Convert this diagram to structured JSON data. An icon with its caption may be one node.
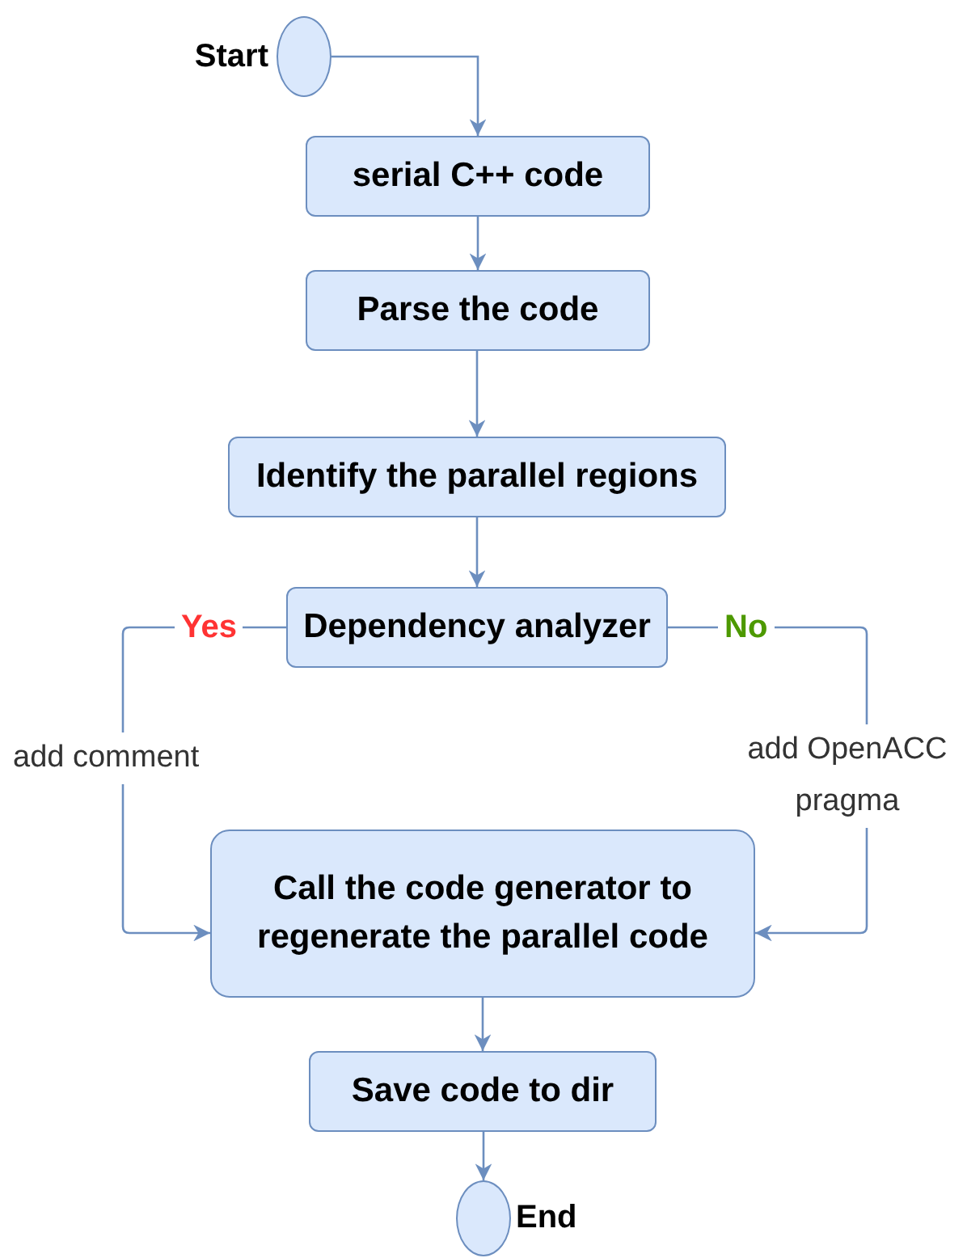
{
  "diagram": {
    "nodes": [
      {
        "text": [],
        "shape": "circle",
        "beside": [
          "Start"
        ]
      },
      {
        "text": [
          "serial C++ code"
        ]
      },
      {
        "text": [
          "Parse the code"
        ]
      },
      {
        "text": [
          "Identify the parallel regions"
        ]
      },
      {
        "text": [
          "Dependency analyzer"
        ]
      },
      {
        "text": [
          "Call the code generator to regenerate the parallel code"
        ]
      },
      {
        "text": [
          "Save code to dir"
        ]
      },
      {
        "text": [],
        "shape": "circle",
        "beside": [
          "End"
        ]
      }
    ],
    "edges": [
      {
        "from": 0,
        "to": 1,
        "arrow": "to"
      },
      {
        "from": 1,
        "to": 2,
        "arrow": "to"
      },
      {
        "from": 2,
        "to": 3,
        "arrow": "to"
      },
      {
        "from": 3,
        "to": 4,
        "arrow": "to"
      },
      {
        "from": 4,
        "to": 5,
        "arrow": "to",
        "label": "Yes"
      },
      {
        "from": 4,
        "to": 5,
        "arrow": "to",
        "label": "No"
      },
      {
        "from": 5,
        "to": 6,
        "arrow": "to"
      },
      {
        "from": 6,
        "to": 7,
        "arrow": "to"
      }
    ],
    "labels": [
      "add comment",
      "add OpenACC pragma"
    ]
  }
}
